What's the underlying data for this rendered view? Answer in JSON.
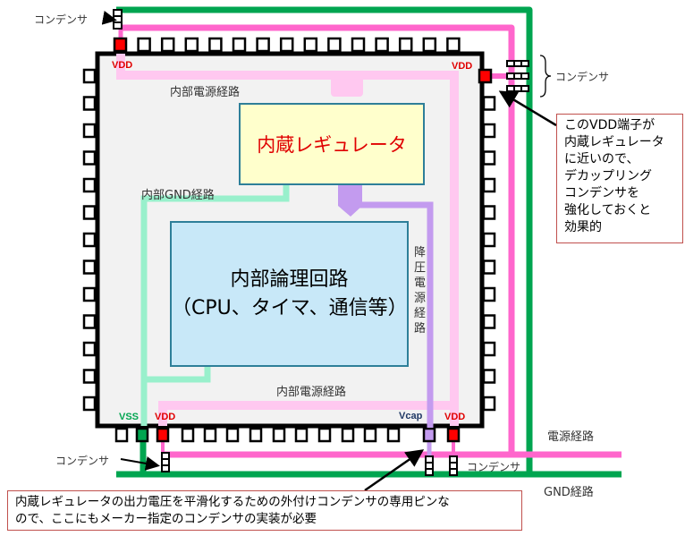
{
  "regulator": {
    "label": "内蔵レギュレータ"
  },
  "logic": {
    "line1": "内部論理回路",
    "line2": "（CPU、タイマ、通信等）"
  },
  "labels": {
    "internal_power_top": "内部電源経路",
    "internal_gnd": "内部GND経路",
    "stepdown_power": "降圧電源経路",
    "internal_power_bottom": "内部電源経路",
    "power_path": "電源経路",
    "gnd_path": "GND経路",
    "cap_top_left": "コンデンサ",
    "cap_right": "コンデンサ",
    "cap_bottom_left": "コンデンサ",
    "cap_bottom_right": "コンデンサ"
  },
  "pins": {
    "vdd_top": "VDD",
    "vdd_right": "VDD",
    "vss": "VSS",
    "vdd_bottom_left": "VDD",
    "vcap": "Vcap",
    "vdd_bottom_right": "VDD"
  },
  "callouts": {
    "right": [
      "このVDD端子が",
      "内蔵レギュレータ",
      "に近いので、",
      "デカップリング",
      "コンデンサを",
      "強化しておくと",
      "効果的"
    ],
    "bottom": [
      "内蔵レギュレータの出力電圧を平滑化するための外付けコンデンサの専用ピンな",
      "ので、ここにもメーカー指定のコンデンサの実装が必要"
    ]
  },
  "colors": {
    "gnd": "#00a550",
    "power": "#ff66cc",
    "internal_power": "#ffc8f0",
    "internal_gnd": "#99f0cc",
    "stepdown": "#c39bef",
    "vdd_pin": "#ff0000",
    "regulator_text": "#e00000",
    "callout_border": "#c0504d"
  }
}
